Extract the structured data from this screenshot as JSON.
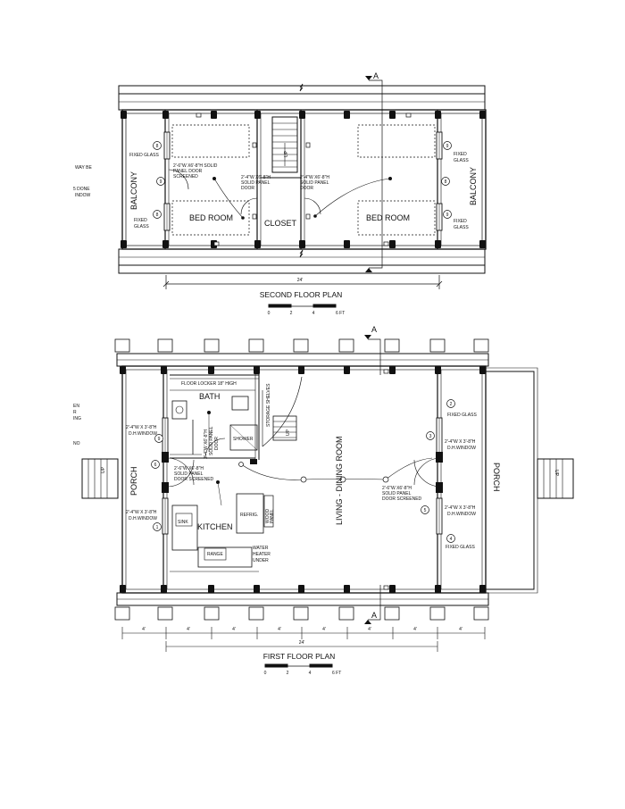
{
  "second_floor": {
    "title": "SECOND FLOOR PLAN",
    "section_marker": "A",
    "dimension": "24'",
    "scale_ticks": [
      "0",
      "2",
      "4",
      "6 FT"
    ],
    "rooms": {
      "balcony_left": "BALCONY",
      "balcony_right": "BALCONY",
      "bedroom_left": "BED ROOM",
      "bedroom_right": "BED ROOM",
      "closet": "CLOSET",
      "stair_label": "UP"
    },
    "window_tags": [
      "8",
      "9",
      "8",
      "9",
      "8",
      "9"
    ],
    "notes": {
      "fixed_glass_tl": [
        "FIXED GLASS",
        ""
      ],
      "fixed_glass_bl": [
        "FIXED",
        "GLASS"
      ],
      "fixed_glass_tr": [
        "FIXED",
        "GLASS"
      ],
      "fixed_glass_br": [
        "FIXED",
        "GLASS"
      ],
      "door_balcony": [
        "2'-6\"W X6'-8\"H SOLID",
        "PANEL DOOR",
        "SCREENED"
      ],
      "door_left_bed": [
        "2'-4\"W X6'-8\"H",
        "SOLID PANEL",
        "DOOR"
      ],
      "door_right_bed": [
        "2'-4\"W X6'-8\"H",
        "SOLID PANEL",
        "DOOR"
      ],
      "margin_cut": [
        "WAY BE",
        "",
        "5 DONE",
        "INDOW"
      ]
    }
  },
  "first_floor": {
    "title": "FIRST FLOOR PLAN",
    "section_marker": "A",
    "dimension_total": "24'",
    "dimension_segments": [
      "4'",
      "4'",
      "4'",
      "4'",
      "4'",
      "4'",
      "4'",
      "4'"
    ],
    "scale_ticks": [
      "0",
      "2",
      "4",
      "6 FT"
    ],
    "rooms": {
      "bath": "BATH",
      "kitchen": "KITCHEN",
      "living": "LIVING - DINING ROOM",
      "porch_left": "PORCH",
      "porch_right": "PORCH",
      "shower": "SHOWER",
      "refrig": "REFRIG.",
      "sink": "SINK",
      "range": "RANGE",
      "stair_label": "UP",
      "porch_step_left": "UP",
      "porch_step_right": "UP"
    },
    "window_tags": [
      "2",
      "3",
      "5",
      "4",
      "6",
      "1",
      "9"
    ],
    "notes": {
      "floor_locker": "FLOOR LOCKER 18\" HIGH",
      "storage_shelves": "STORAGE SHELVES",
      "fixed_glass_tr": "FIXED GLASS",
      "fixed_glass_br": "FIXED GLASS",
      "window_right_upper": [
        "2'-4\"W X 3'-8\"H",
        "D.H.WINDOW"
      ],
      "window_right_lower": [
        "2'-4\"W X 3'-8\"H",
        "D.H.WINDOW"
      ],
      "window_left_upper": [
        "2'-4\"W X 3'-8\"H",
        "D.H.WINDOW"
      ],
      "window_left_lower": [
        "2'-4\"W X 3'-8\"H",
        "D.H.WINDOW"
      ],
      "door_bath": [
        "2'-4\"W X6'-8\"H",
        "SOLID PANEL",
        "DOOR"
      ],
      "door_entry_left": [
        "2'-6\"W X6'-8\"H",
        "SOLID PANEL",
        "DOOR SCREENED"
      ],
      "door_entry_right": [
        "2'-6\"W X6'-8\"H",
        "SOLID PANEL",
        "DOOR SCREENED"
      ],
      "wood_panel": [
        "WOOD",
        "PANEL"
      ],
      "water_heater": [
        "WATER",
        "HEATER",
        "UNDER"
      ],
      "margin_cut": [
        "EN",
        "R",
        "ING",
        "",
        "NO"
      ]
    }
  }
}
